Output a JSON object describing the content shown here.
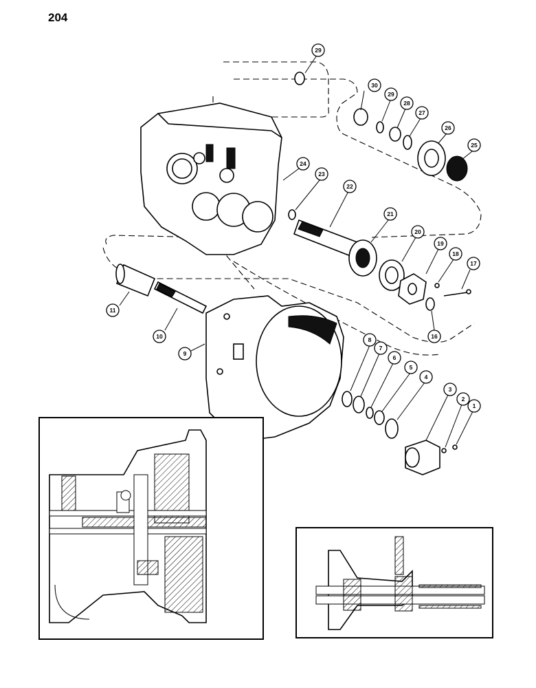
{
  "page": {
    "number": "204"
  },
  "callouts": [
    {
      "id": "1",
      "label": "1"
    },
    {
      "id": "2",
      "label": "2"
    },
    {
      "id": "3",
      "label": "3"
    },
    {
      "id": "4",
      "label": "4"
    },
    {
      "id": "5",
      "label": "5"
    },
    {
      "id": "6",
      "label": "6"
    },
    {
      "id": "7",
      "label": "7"
    },
    {
      "id": "8",
      "label": "8"
    },
    {
      "id": "9",
      "label": "9"
    },
    {
      "id": "10",
      "label": "10"
    },
    {
      "id": "11",
      "label": "11"
    },
    {
      "id": "16",
      "label": "16"
    },
    {
      "id": "17",
      "label": "17"
    },
    {
      "id": "18",
      "label": "18"
    },
    {
      "id": "19",
      "label": "19"
    },
    {
      "id": "20",
      "label": "20"
    },
    {
      "id": "21",
      "label": "21"
    },
    {
      "id": "22",
      "label": "22"
    },
    {
      "id": "23",
      "label": "23"
    },
    {
      "id": "24",
      "label": "24"
    },
    {
      "id": "25",
      "label": "25"
    },
    {
      "id": "26",
      "label": "26"
    },
    {
      "id": "27",
      "label": "27"
    },
    {
      "id": "28",
      "label": "28"
    },
    {
      "id": "29a",
      "label": "29"
    },
    {
      "id": "29b",
      "label": "29"
    },
    {
      "id": "30",
      "label": "30"
    }
  ]
}
